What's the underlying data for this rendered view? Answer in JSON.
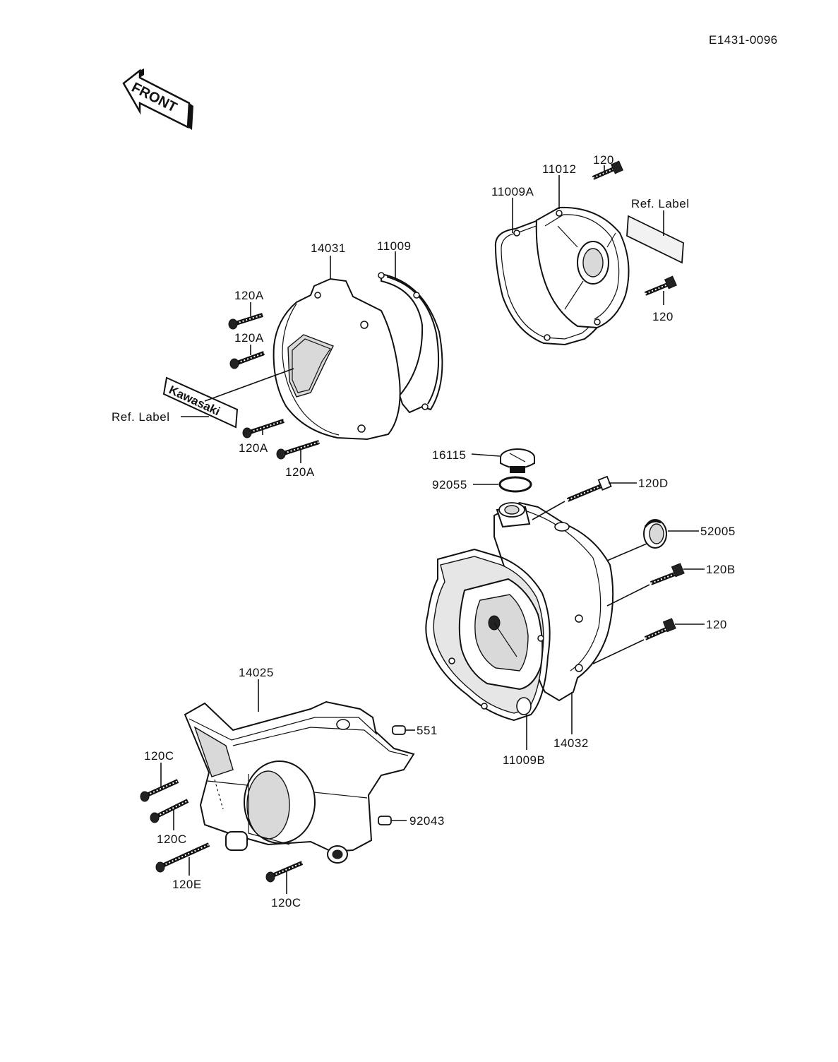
{
  "diagram_code": "E1431-0096",
  "front_arrow": "FRONT",
  "kawasaki_label": "Kawasaki",
  "labels": {
    "p14031": "14031",
    "p11009": "11009",
    "p120A_1": "120A",
    "p120A_2": "120A",
    "p120A_3": "120A",
    "p120A_4": "120A",
    "ref_label_left": "Ref.  Label",
    "p11009A": "11009A",
    "p11012": "11012",
    "p120_top": "120",
    "p120_mid": "120",
    "ref_label_right": "Ref.  Label",
    "p16115": "16115",
    "p92055": "92055",
    "p120D": "120D",
    "p52005": "52005",
    "p120B": "120B",
    "p120_right": "120",
    "p14032": "14032",
    "p11009B": "11009B",
    "p14025": "14025",
    "p551": "551",
    "p120C_1": "120C",
    "p120C_2": "120C",
    "p120E": "120E",
    "p120C_3": "120C",
    "p92043": "92043"
  },
  "colors": {
    "ink": "#111111",
    "paper": "#ffffff",
    "shade": "#d9d9d9"
  }
}
